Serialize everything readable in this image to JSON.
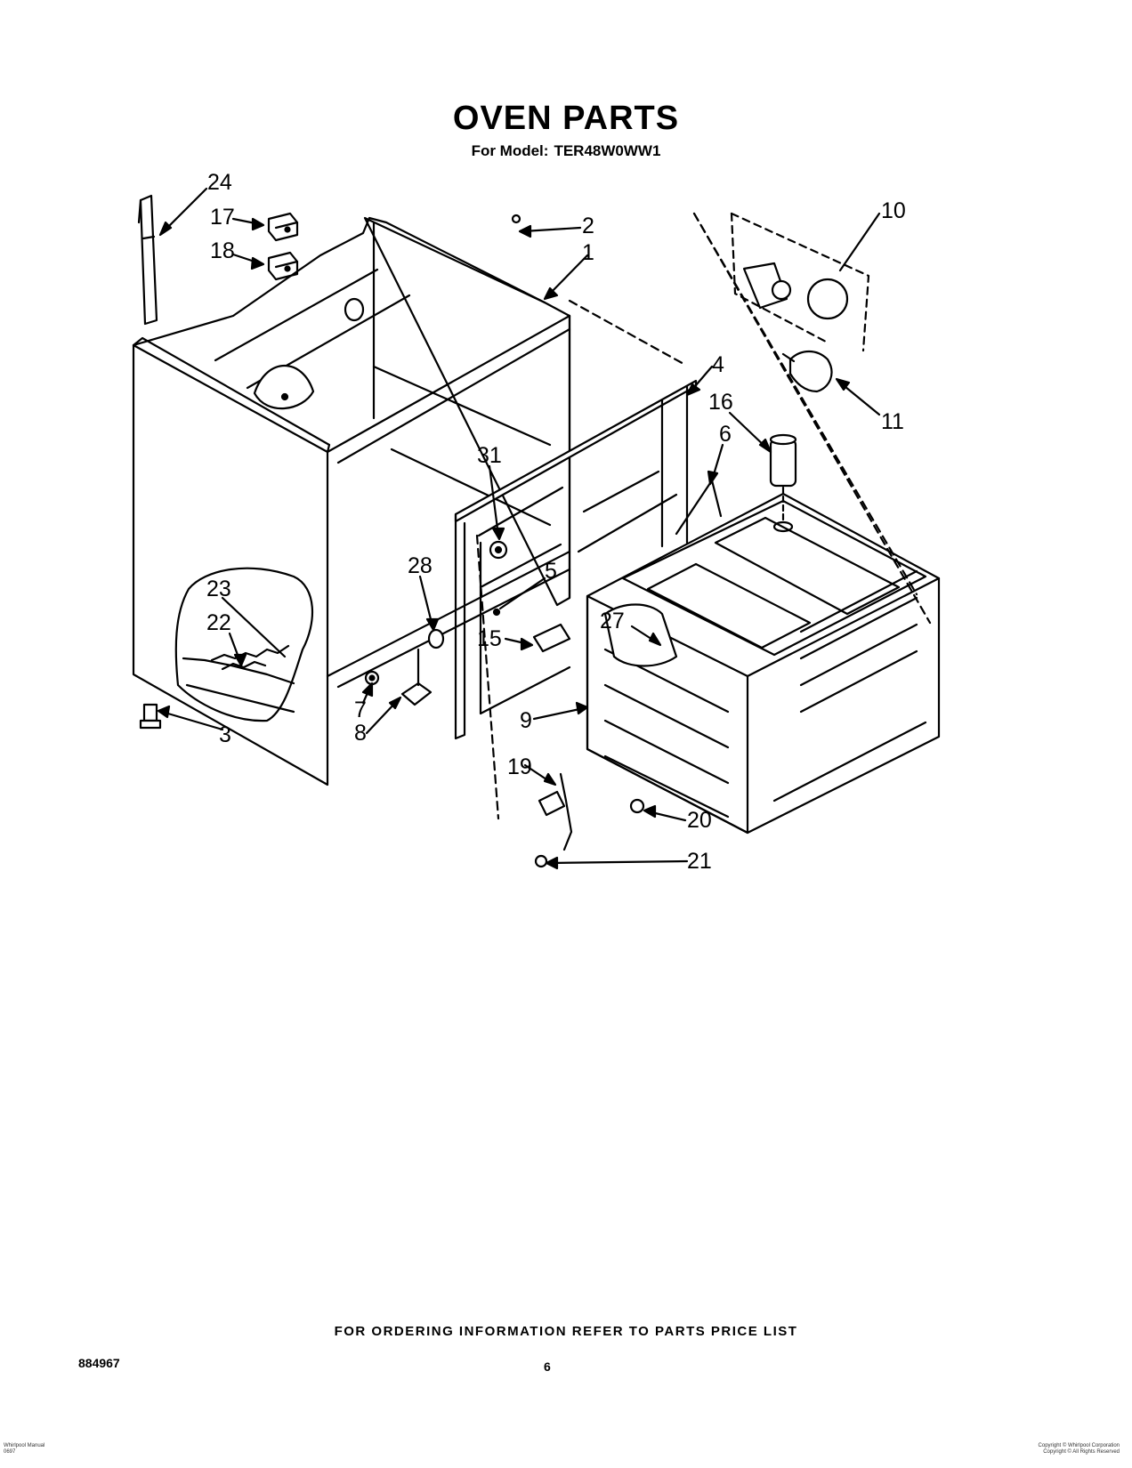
{
  "title": "OVEN PARTS",
  "subtitle": {
    "prefix": "For Model:",
    "model": "TER48W0WW1"
  },
  "callouts": [
    "24",
    "17",
    "18",
    "2",
    "1",
    "10",
    "11",
    "4",
    "16",
    "6",
    "31",
    "28",
    "5",
    "15",
    "27",
    "23",
    "22",
    "3",
    "7",
    "8",
    "9",
    "19",
    "20",
    "21"
  ],
  "footer": "FOR ORDERING INFORMATION REFER TO PARTS PRICE LIST",
  "doc_number": "884967",
  "page_number": "6",
  "small_print_left": [
    "Whirlpool Manual",
    "0697"
  ],
  "small_print_right": [
    "Copyright © Whirlpool Corporation",
    "Copyright © All Rights Reserved"
  ],
  "colors": {
    "ink": "#000000",
    "paper": "#ffffff"
  }
}
